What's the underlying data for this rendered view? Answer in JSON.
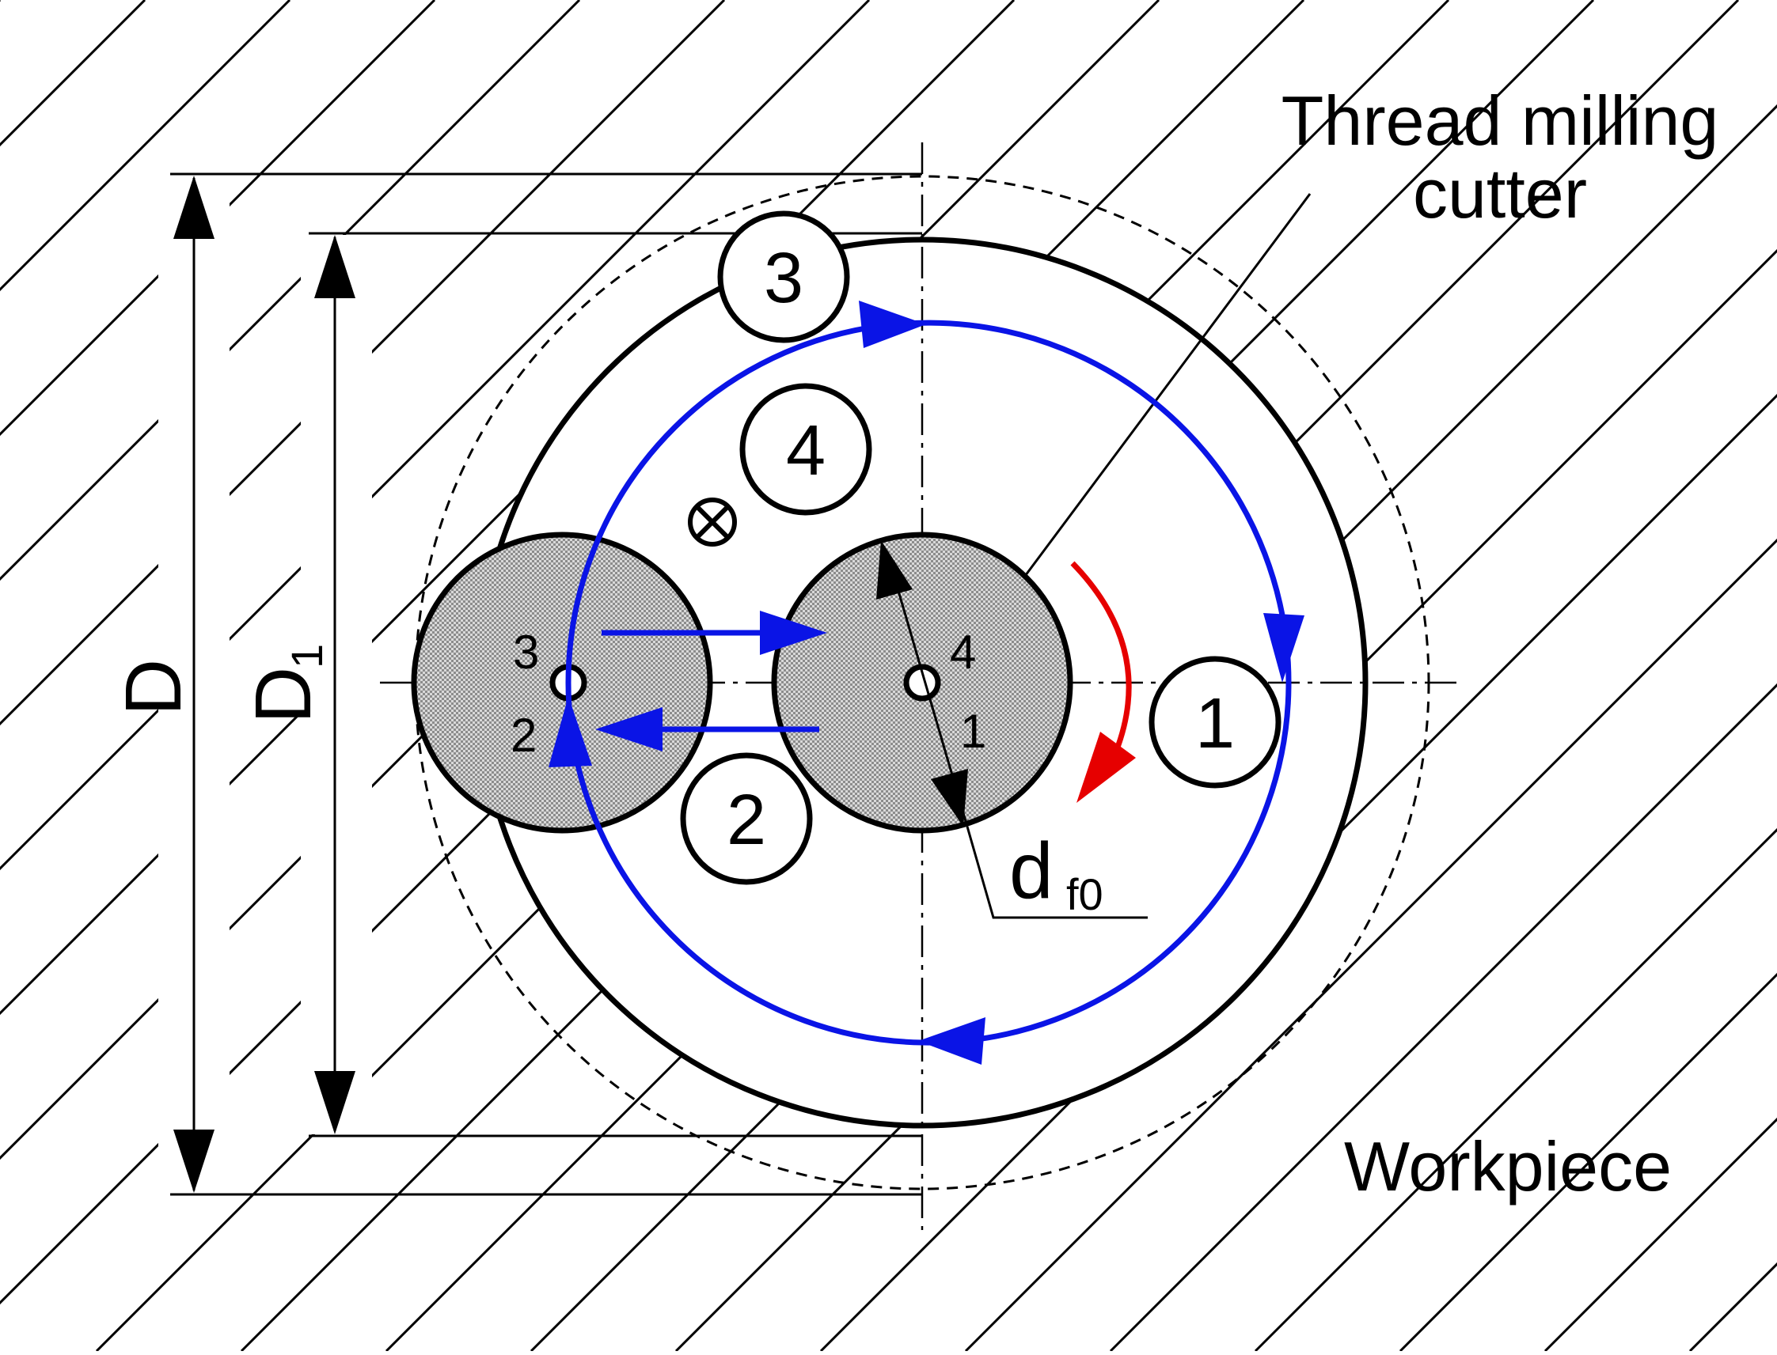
{
  "labels": {
    "cutter_line1": "Thread milling",
    "cutter_line2": "cutter",
    "workpiece": "Workpiece",
    "dim_D": "D",
    "dim_D1_main": "D",
    "dim_D1_sub": "1",
    "df0_main": "d",
    "df0_sub": "f0"
  },
  "steps": [
    "1",
    "2",
    "3",
    "4"
  ],
  "point_labels": {
    "left_upper": "3",
    "left_lower": "2",
    "center_upper": "4",
    "center_lower": "1"
  },
  "colors": {
    "path": "#0a14e6",
    "rotation": "#e60000",
    "tool_fill": "#c8c8c8",
    "line": "#000000"
  }
}
